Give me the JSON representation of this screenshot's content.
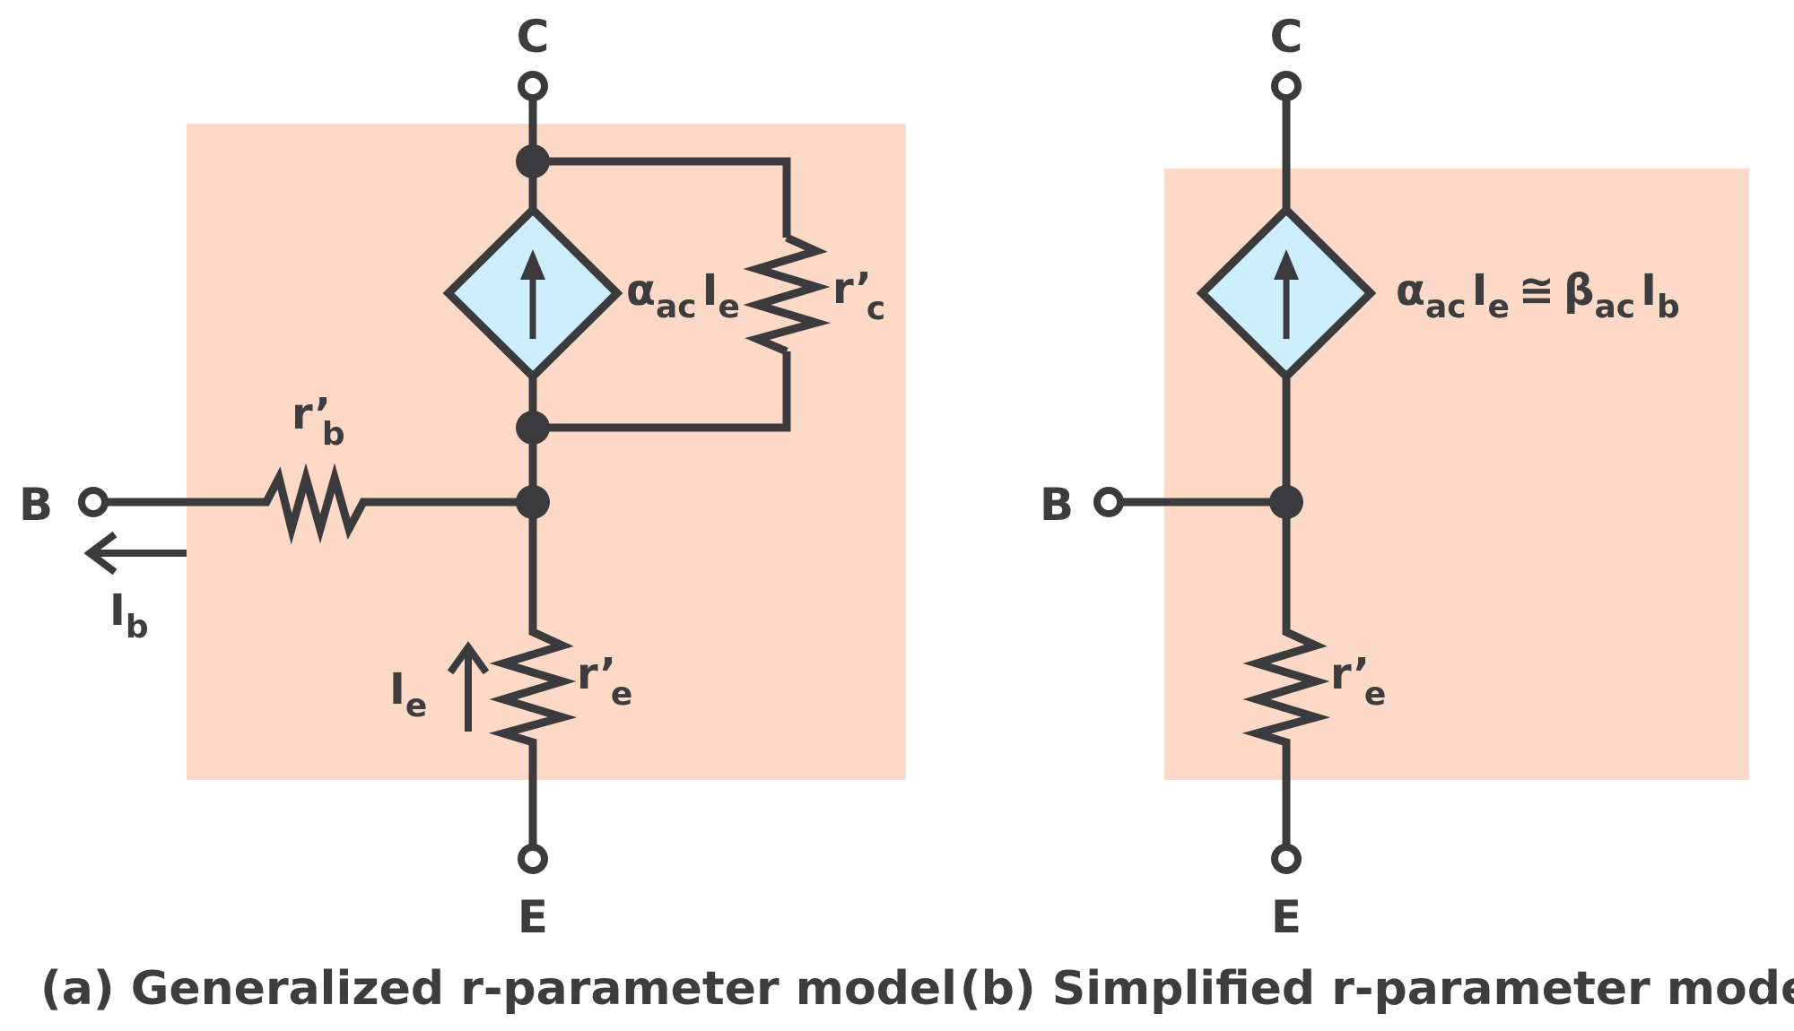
{
  "colors": {
    "box_fill": "#fddac8",
    "source_fill": "#cdeefc",
    "wire": "#3b3b3e",
    "text": "#3d3d40"
  },
  "icons": [
    "up-arrow-icon",
    "left-arrow-icon",
    "diamond-current-source-icon",
    "resistor-icon"
  ],
  "model_a": {
    "terminal_c": "C",
    "terminal_b": "B",
    "terminal_e": "E",
    "rb": {
      "main": "r’",
      "sub": "b"
    },
    "rc": {
      "main": "r’",
      "sub": "c"
    },
    "re": {
      "main": "r’",
      "sub": "e"
    },
    "source": {
      "alpha": "α",
      "alpha_sub": "ac",
      "i": "I",
      "i_sub": "e"
    },
    "ib": {
      "main": "I",
      "sub": "b"
    },
    "ie": {
      "main": "I",
      "sub": "e"
    },
    "caption": "(a) Generalized r-parameter model"
  },
  "model_b": {
    "terminal_c": "C",
    "terminal_b": "B",
    "terminal_e": "E",
    "re": {
      "main": "r’",
      "sub": "e"
    },
    "source": {
      "alpha": "α",
      "alpha_sub": "ac",
      "ie": "I",
      "ie_sub": "e",
      "approx": "≅",
      "beta": "β",
      "beta_sub": "ac",
      "ib": "I",
      "ib_sub": "b"
    },
    "caption": "(b) Simplified r-parameter model"
  }
}
